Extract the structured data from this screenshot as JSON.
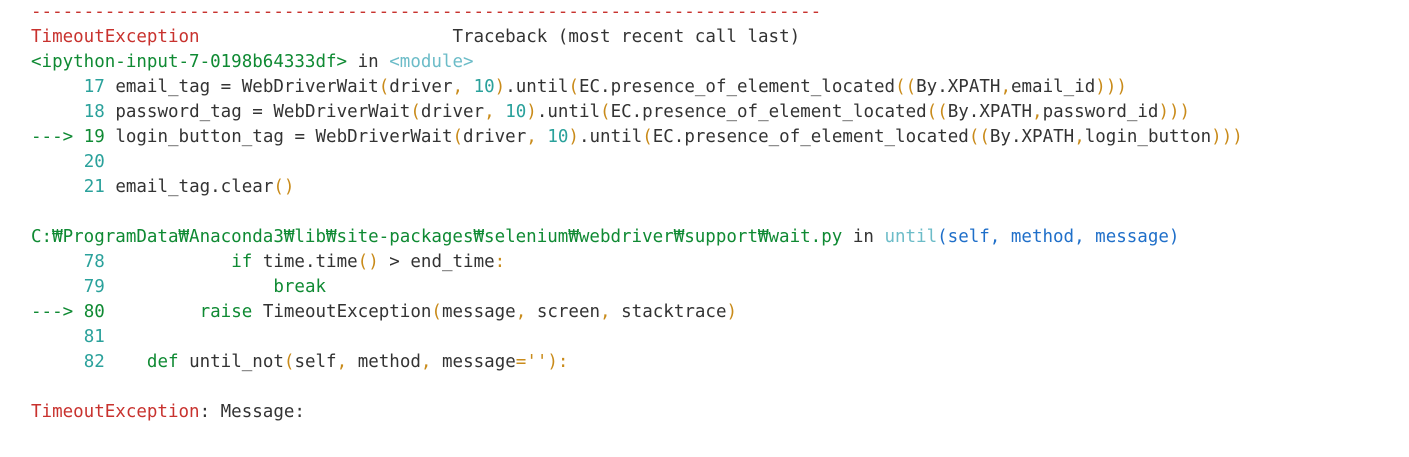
{
  "traceback": {
    "separator": "---------------------------------------------------------------------------",
    "exception_name": "TimeoutException",
    "header_right": "Traceback (most recent call last)",
    "frames": [
      {
        "location": "<ipython-input-7-0198b64333df>",
        "in_word": "in",
        "scope": "<module>",
        "lines": [
          {
            "arrow": false,
            "number": "17",
            "code": "email_tag = WebDriverWait(driver, 10).until(EC.presence_of_element_located((By.XPATH,email_id)))"
          },
          {
            "arrow": false,
            "number": "18",
            "code": "password_tag = WebDriverWait(driver, 10).until(EC.presence_of_element_located((By.XPATH,password_id)))"
          },
          {
            "arrow": true,
            "number": "19",
            "code": "login_button_tag = WebDriverWait(driver, 10).until(EC.presence_of_element_located((By.XPATH,login_button)))"
          },
          {
            "arrow": false,
            "number": "20",
            "code": ""
          },
          {
            "arrow": false,
            "number": "21",
            "code": "email_tag.clear()"
          }
        ]
      },
      {
        "location": "C:₩ProgramData₩Anaconda3₩lib₩site-packages₩selenium₩webdriver₩support₩wait.py",
        "in_word": "in",
        "func": "until",
        "args": "(self, method, message)",
        "lines": [
          {
            "arrow": false,
            "number": "78",
            "code": "if time.time() > end_time:"
          },
          {
            "arrow": false,
            "number": "79",
            "code": "break"
          },
          {
            "arrow": true,
            "number": "80",
            "code": "raise TimeoutException(message, screen, stacktrace)"
          },
          {
            "arrow": false,
            "number": "81",
            "code": ""
          },
          {
            "arrow": false,
            "number": "82",
            "code": "def until_not(self, method, message=''):"
          }
        ]
      }
    ],
    "arrow_text": "--->",
    "final_exception": "TimeoutException",
    "final_message": ": Message:"
  },
  "colors": {
    "exception": "#c8322e",
    "frame_location": "#0f8a33",
    "arrow_and_lineno": "#0f8a33",
    "keyword": "#0f8a33",
    "number": "#2aa19b",
    "bracket": "#c98b1a",
    "module_scope": "#6cbcc8",
    "args": "#1f6fc9",
    "text": "#222222"
  }
}
